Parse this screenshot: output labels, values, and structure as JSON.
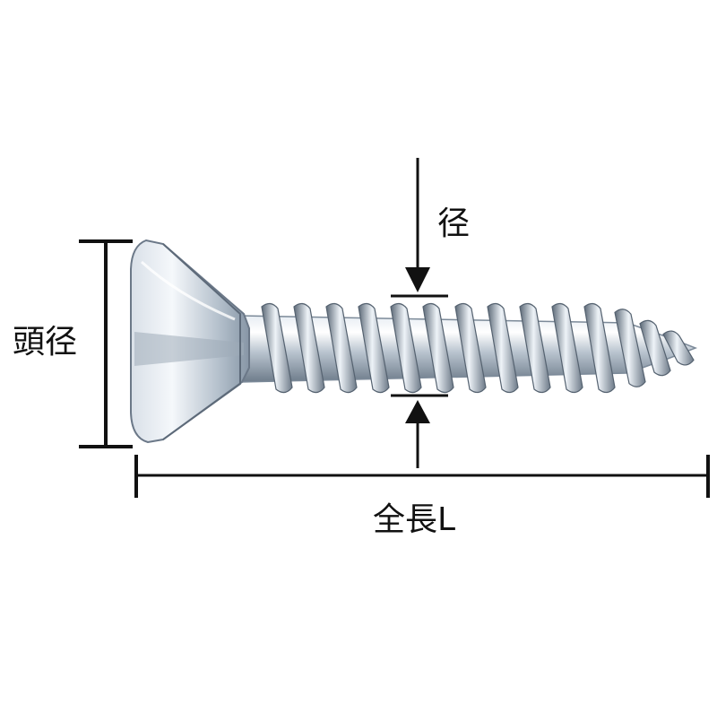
{
  "labels": {
    "diameter": "径",
    "head_diameter": "頭径",
    "total_length": "全長L"
  },
  "colors": {
    "ink": "#111111",
    "metal_light": "#f1f5f9",
    "metal_mid": "#c9d2dc",
    "metal_dark": "#7c8a99",
    "metal_shadow": "#4f5c6b"
  }
}
